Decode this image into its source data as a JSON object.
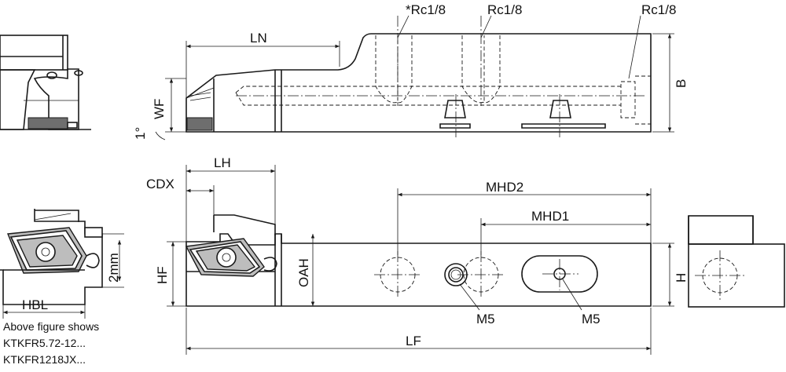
{
  "dimensions": {
    "LN": "LN",
    "WF": "WF",
    "B": "B",
    "angle": "1°",
    "LH": "LH",
    "CDX": "CDX",
    "MHD2": "MHD2",
    "MHD1": "MHD1",
    "HF": "HF",
    "OAH": "OAH",
    "H": "H",
    "LF": "LF",
    "HBL": "HBL",
    "width_2mm": "2mm"
  },
  "ports": {
    "rc_star": "*Rc1/8",
    "rc_middle": "Rc1/8",
    "rc_right": "Rc1/8"
  },
  "screws": {
    "m5_left": "M5",
    "m5_right": "M5"
  },
  "note": {
    "line1": "Above figure shows",
    "line2": "KTKFR5.72-12...",
    "line3": "KTKFR1218JX..."
  }
}
